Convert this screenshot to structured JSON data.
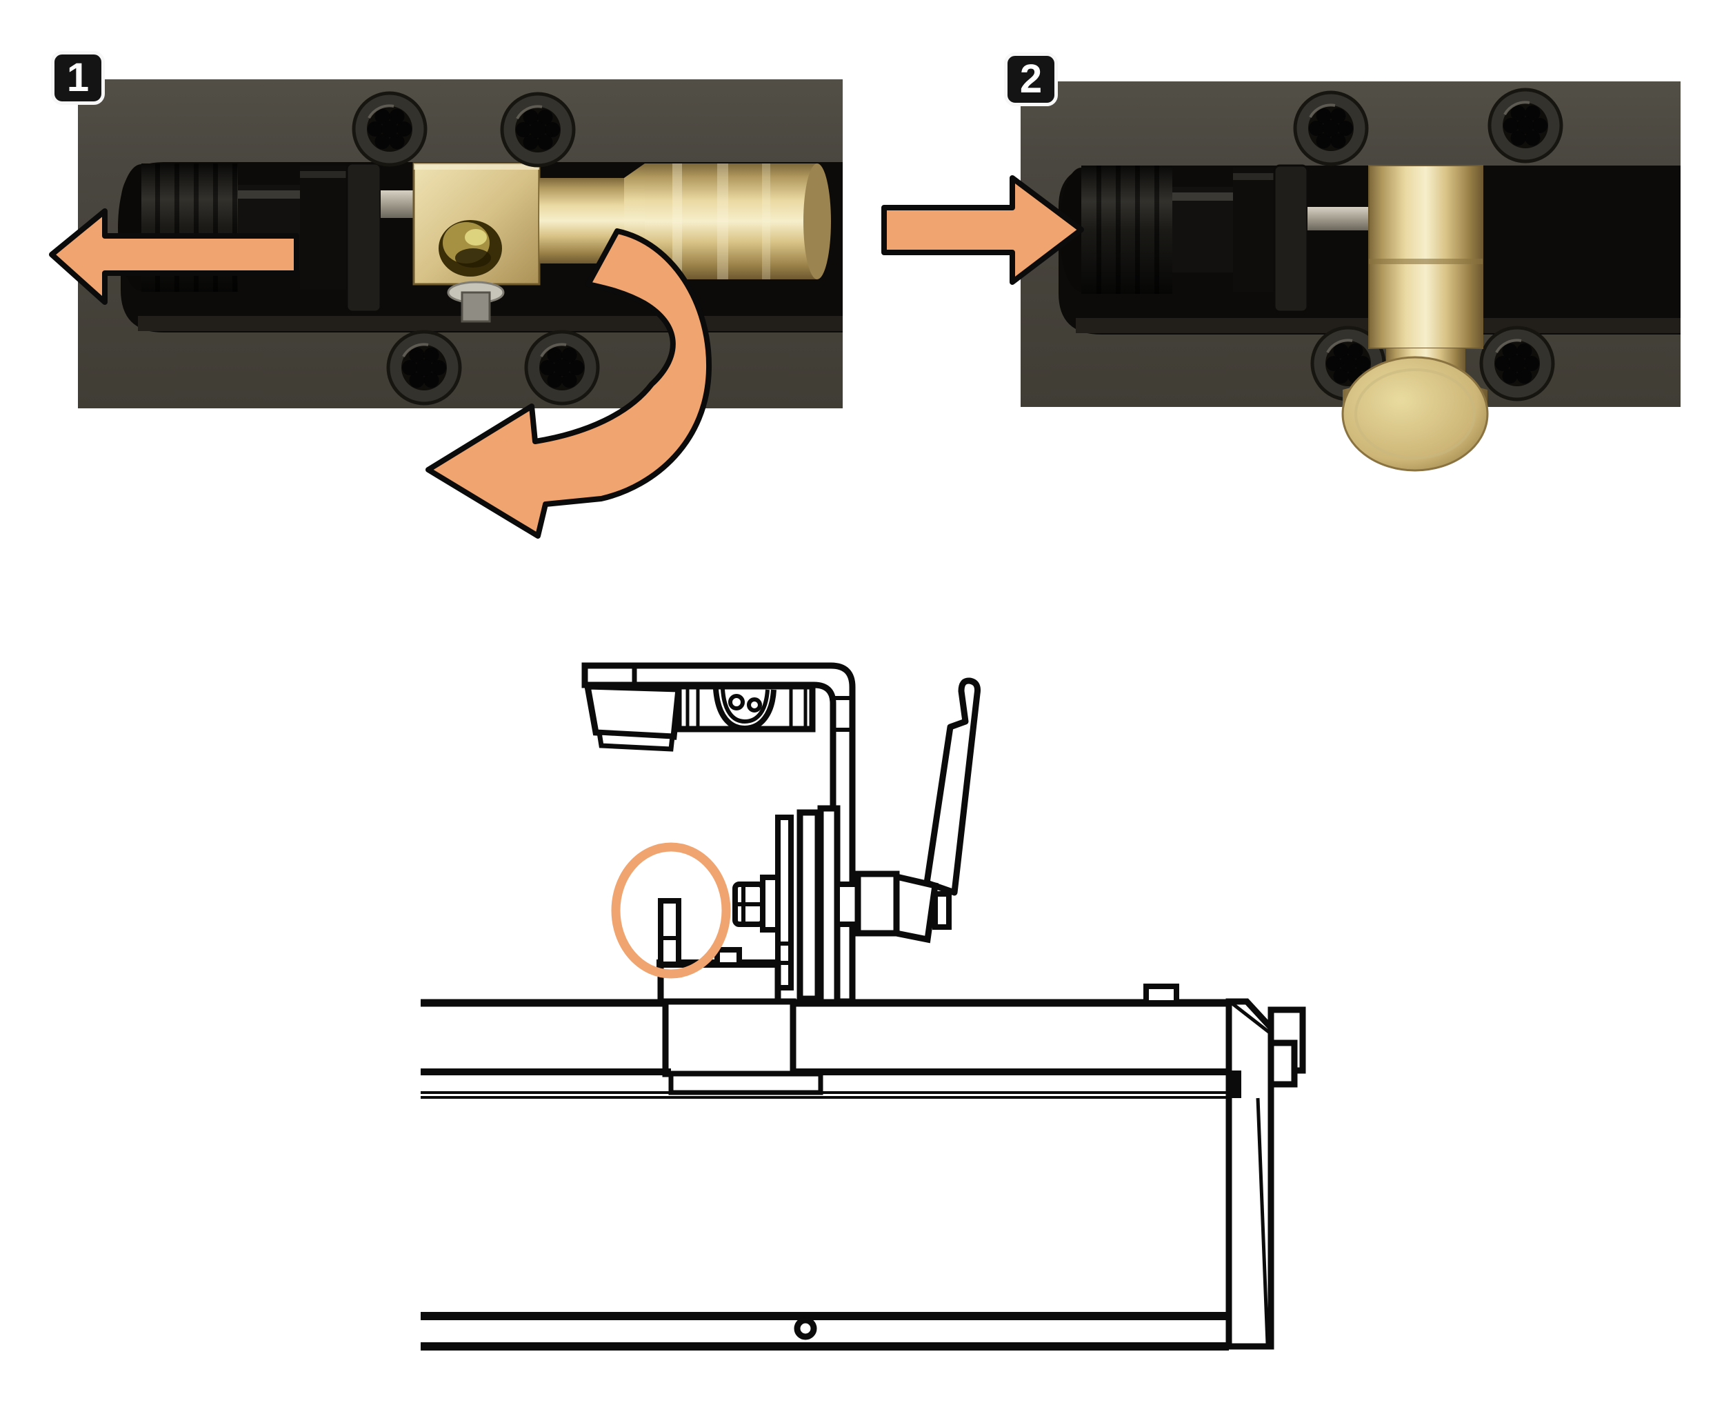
{
  "figure": {
    "type": "instructional-diagram",
    "title": "locking-pin-thumbscrew-repositioning-steps",
    "steps": [
      {
        "number": "1",
        "photo": "thumbscrew-horizontal-in-slot",
        "icons": [
          "arrow-left",
          "arrow-rotate-down"
        ]
      },
      {
        "number": "2",
        "photo": "thumbscrew-rotated-down",
        "icons": [
          "arrow-right"
        ]
      }
    ],
    "drawing": {
      "view": "side-view-line-drawing",
      "highlight": {
        "shape": "ellipse",
        "target": "locating-pin"
      }
    },
    "colors": {
      "accent_orange": "#F0A470",
      "panel_gray": "#474439",
      "slot_black": "#0C0B09",
      "brass_light": "#EAD9A2",
      "brass_mid": "#D7C288",
      "brass_dark": "#7C673A",
      "line_black": "#0B0B0B",
      "badge_black": "#141414",
      "badge_text": "#FFFFFF"
    }
  }
}
